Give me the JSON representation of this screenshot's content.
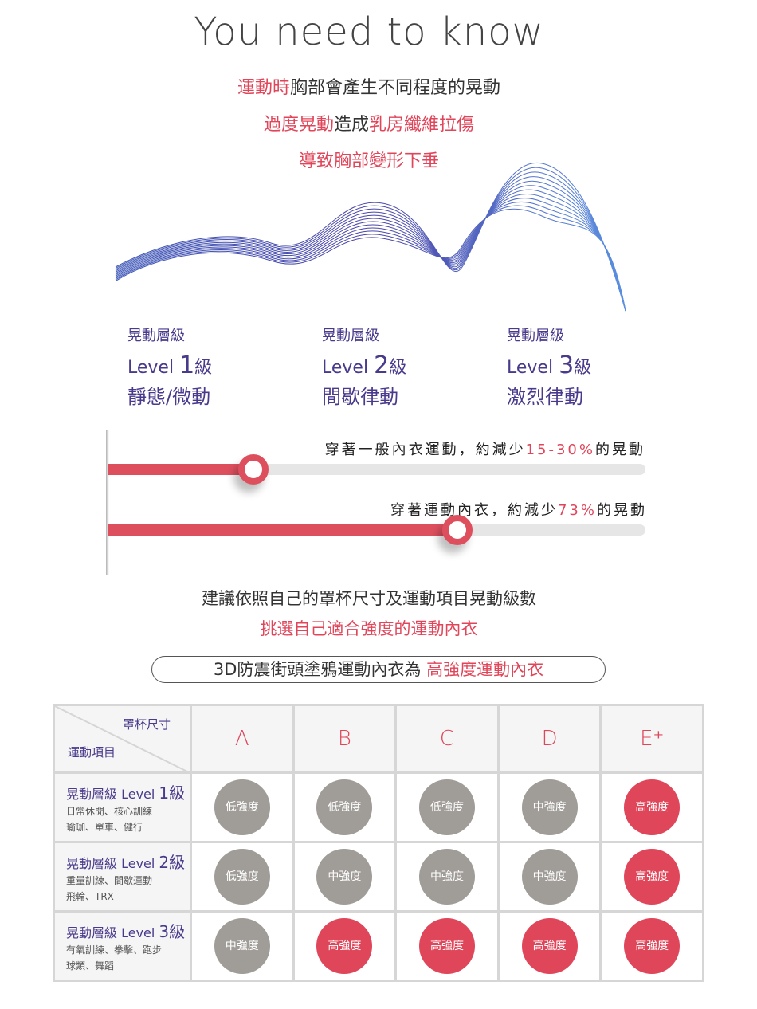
{
  "title": "You need to know",
  "intro": [
    [
      {
        "t": "運動時",
        "red": true
      },
      {
        "t": "胸部會產生不同程度的晃動",
        "red": false
      }
    ],
    [
      {
        "t": "過度晃動",
        "red": true
      },
      {
        "t": "造成",
        "red": false
      },
      {
        "t": "乳房纖維拉傷",
        "red": true
      }
    ],
    [
      {
        "t": "導致胸部變形下垂",
        "red": true
      }
    ]
  ],
  "levels": [
    {
      "heading": "晃動層級",
      "level": "Level",
      "num": "1",
      "unit": "級",
      "desc": "靜態/微動"
    },
    {
      "heading": "晃動層級",
      "level": "Level",
      "num": "2",
      "unit": "級",
      "desc": "間歇律動"
    },
    {
      "heading": "晃動層級",
      "level": "Level",
      "num": "3",
      "unit": "級",
      "desc": "激烈律動"
    }
  ],
  "bars": [
    {
      "pre": "穿著一般內衣運動，約減少",
      "pct": "15-30%",
      "post": "的晃動",
      "fill": 0.27
    },
    {
      "pre": "穿著運動內衣，約減少",
      "pct": "73%",
      "post": "的晃動",
      "fill": 0.65
    }
  ],
  "suggest": {
    "line1": "建議依照自己的罩杯尺寸及運動項目晃動級數",
    "line2": "挑選自己適合強度的運動內衣"
  },
  "pill": {
    "text": "3D防震街頭塗鴉運動內衣為 ",
    "highlight": "高強度運動內衣"
  },
  "table": {
    "corner_top": "罩杯尺寸",
    "corner_bottom": "運動項目",
    "columns": [
      "A",
      "B",
      "C",
      "D",
      "E⁺"
    ],
    "rows": [
      {
        "label": "晃動層級 Level ",
        "num": "1級",
        "s1": "日常休閒、核心訓練",
        "s2": "瑜珈、單車、健行",
        "cells": [
          "低強度",
          "低強度",
          "低強度",
          "中強度",
          "高強度"
        ]
      },
      {
        "label": "晃動層級 Level ",
        "num": "2級",
        "s1": "重量訓練、間歇運動",
        "s2": "飛輪、TRX",
        "cells": [
          "低強度",
          "中強度",
          "中強度",
          "中強度",
          "高強度"
        ]
      },
      {
        "label": "晃動層級 Level ",
        "num": "3級",
        "s1": "有氧訓練、拳擊、跑步",
        "s2": "球類、舞蹈",
        "cells": [
          "中強度",
          "高強度",
          "高強度",
          "高強度",
          "高強度"
        ]
      }
    ]
  },
  "colors": {
    "red": "#e0465a",
    "gray": "#a09c98",
    "purple": "#4a3a8c"
  }
}
